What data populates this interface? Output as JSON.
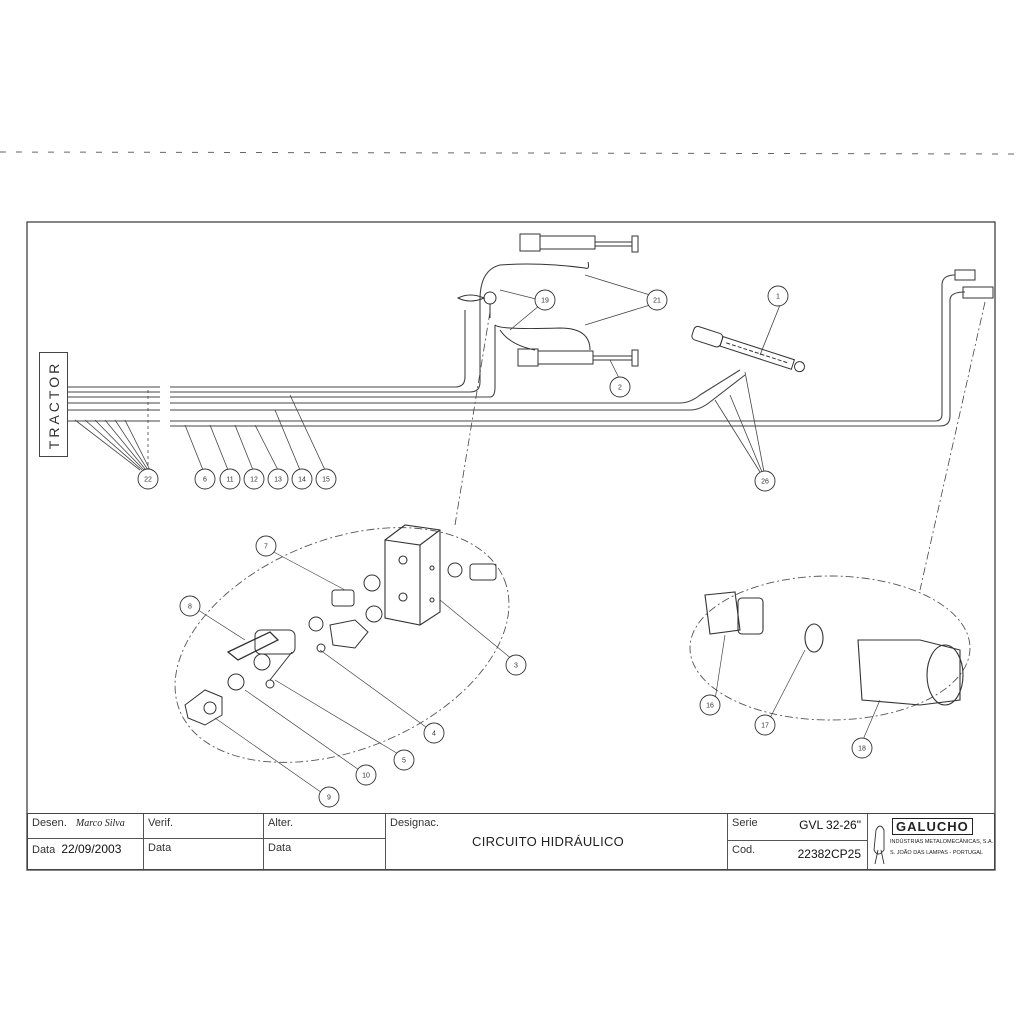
{
  "drawing": {
    "tractor_label": "TRACTOR",
    "callouts": {
      "c1": "1",
      "c2": "2",
      "c3": "3",
      "c4": "4",
      "c5": "5",
      "c6": "6",
      "c7": "7",
      "c8": "8",
      "c9": "9",
      "c10": "10",
      "c11": "11",
      "c12": "12",
      "c13": "13",
      "c14": "14",
      "c15": "15",
      "c16": "16",
      "c17": "17",
      "c18": "18",
      "c19": "19",
      "c21": "21",
      "c22": "22",
      "c26": "26"
    }
  },
  "title_block": {
    "drawn_label": "Desen.",
    "drawn_by": "Marco Silva",
    "date_label": "Data",
    "drawn_date": "22/09/2003",
    "verif_label": "Verif.",
    "verif_date_label": "Data",
    "alter_label": "Alter.",
    "alter_date_label": "Data",
    "designation_label": "Designac.",
    "title": "CIRCUITO HIDRÁULICO",
    "series_label": "Serie",
    "series": "GVL 32-26\"",
    "code_label": "Cod.",
    "code": "22382CP25",
    "company_logo": "GALUCHO",
    "company_line1": "INDÚSTRIAS METALOMECÂNICAS, S.A.",
    "company_line2": "S. JOÃO DAS LAMPAS - PORTUGAL"
  }
}
